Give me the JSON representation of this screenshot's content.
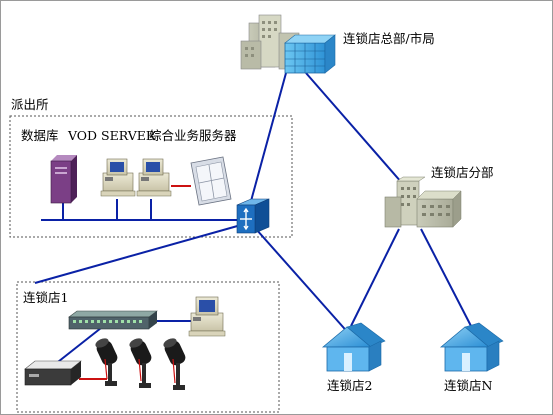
{
  "nodes": {
    "hq_label": "连锁店总部/市局",
    "branch_label": "连锁店分部",
    "police_label": "派出所",
    "store1_label": "连锁店1",
    "store2_label": "连锁店2",
    "storeN_label": "连锁店N"
  },
  "police_box": {
    "db_label": "数据库",
    "vod_label": "VOD SERVER",
    "svc_label": "综合业务服务器"
  },
  "colors": {
    "link_blue": "#0a21a6",
    "building_blue": "#4fb4ea",
    "house_blue": "#4aa8e6",
    "router_blue": "#1e6fc0",
    "server_purple": "#7b3f86",
    "red_link": "#cc1111"
  }
}
